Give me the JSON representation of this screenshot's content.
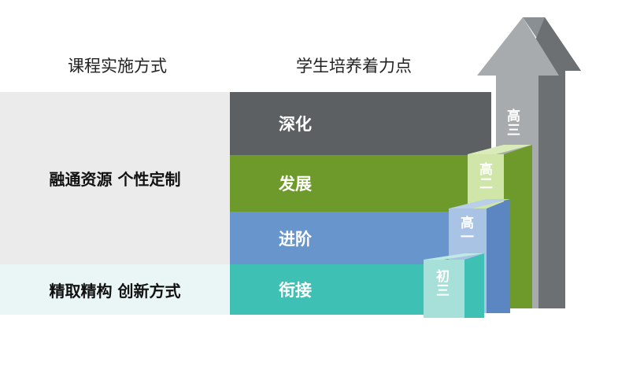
{
  "headings": {
    "left": "课程实施方式",
    "right": "学生培养着力点"
  },
  "left_bands": {
    "top": "融通资源 个性定制",
    "bottom": "精取精构 创新方式"
  },
  "stages": [
    {
      "label": "深化",
      "color": "#5d6062"
    },
    {
      "label": "发展",
      "color": "#6e9a2c"
    },
    {
      "label": "进阶",
      "color": "#6896cc"
    },
    {
      "label": "衔接",
      "color": "#3ec1b4"
    }
  ],
  "steps": {
    "arrow": "高三",
    "step3": "高二",
    "step2": "高一",
    "step1": "初三"
  }
}
